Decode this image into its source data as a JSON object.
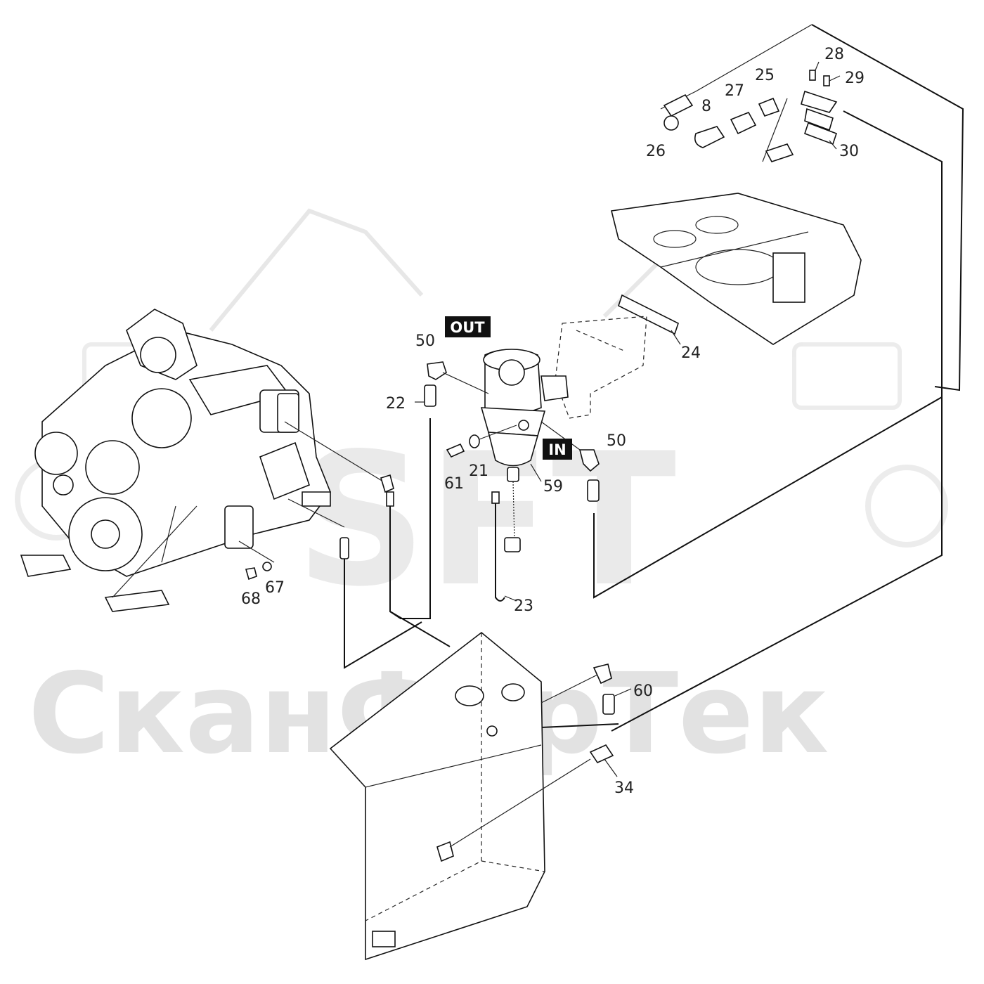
{
  "watermark": {
    "brand": "SFT",
    "text": "СканФорТек"
  },
  "tags": {
    "out": "OUT",
    "in": "IN"
  },
  "labels": {
    "p8": "8",
    "p21": "21",
    "p22": "22",
    "p23": "23",
    "p24": "24",
    "p25": "25",
    "p26": "26",
    "p27": "27",
    "p28": "28",
    "p29": "29",
    "p30": "30",
    "p34": "34",
    "p50_top": "50",
    "p50_right": "50",
    "p59": "59",
    "p60": "60",
    "p61": "61",
    "p67": "67",
    "p68": "68"
  }
}
